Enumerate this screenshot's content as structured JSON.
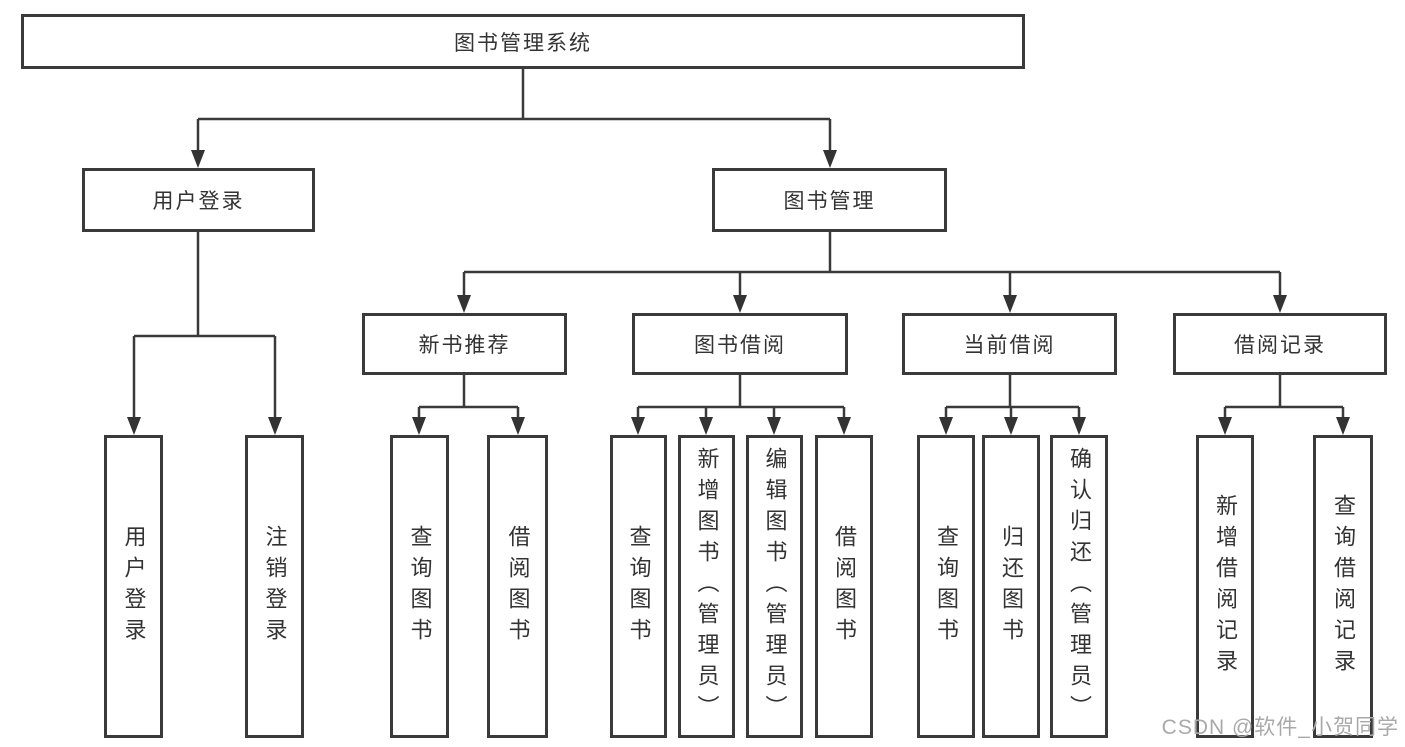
{
  "colors": {
    "line": "#3a3a3a",
    "text": "#333333",
    "watermark": "#a9a9a9",
    "background": "#ffffff"
  },
  "nodes": {
    "root": {
      "label": "图书管理系统"
    },
    "user_login": {
      "label": "用户登录"
    },
    "book_mgmt": {
      "label": "图书管理"
    },
    "new_book_rec": {
      "label": "新书推荐"
    },
    "book_borrow": {
      "label": "图书借阅"
    },
    "current_borrow": {
      "label": "当前借阅"
    },
    "borrow_records": {
      "label": "借阅记录"
    }
  },
  "leaves": [
    {
      "label": "用户登录",
      "parent": "用户登录"
    },
    {
      "label": "注销登录",
      "parent": "用户登录"
    },
    {
      "label": "查询图书",
      "parent": "新书推荐"
    },
    {
      "label": "借阅图书",
      "parent": "新书推荐"
    },
    {
      "label": "查询图书",
      "parent": "图书借阅"
    },
    {
      "label": "新增图书（管理员）",
      "parent": "图书借阅"
    },
    {
      "label": "编辑图书（管理员）",
      "parent": "图书借阅"
    },
    {
      "label": "借阅图书",
      "parent": "图书借阅"
    },
    {
      "label": "查询图书",
      "parent": "当前借阅"
    },
    {
      "label": "归还图书",
      "parent": "当前借阅"
    },
    {
      "label": "确认归还（管理员）",
      "parent": "当前借阅"
    },
    {
      "label": "新增借阅记录",
      "parent": "借阅记录"
    },
    {
      "label": "查询借阅记录",
      "parent": "借阅记录"
    }
  ],
  "watermark": {
    "text": "CSDN @软件_小贺同学"
  }
}
